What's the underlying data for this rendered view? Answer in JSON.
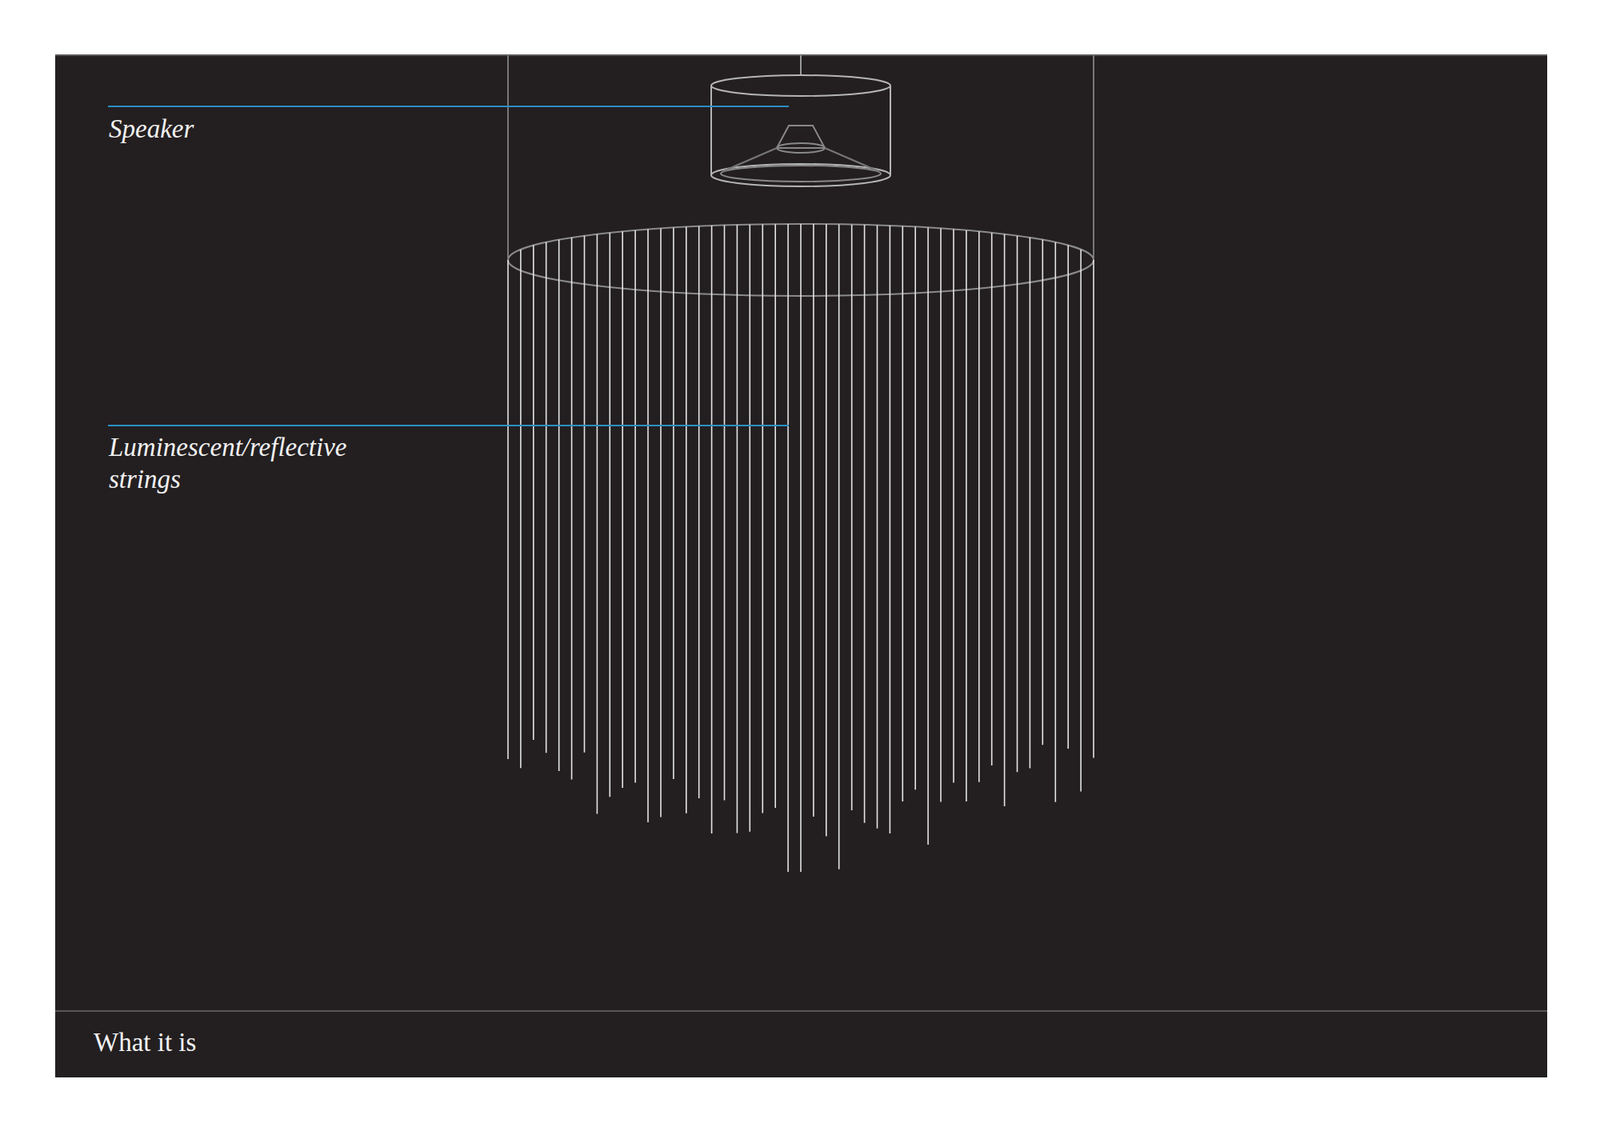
{
  "diagram": {
    "caption": "What it is",
    "labels": [
      "Speaker",
      "Luminescent/reflective strings"
    ]
  }
}
